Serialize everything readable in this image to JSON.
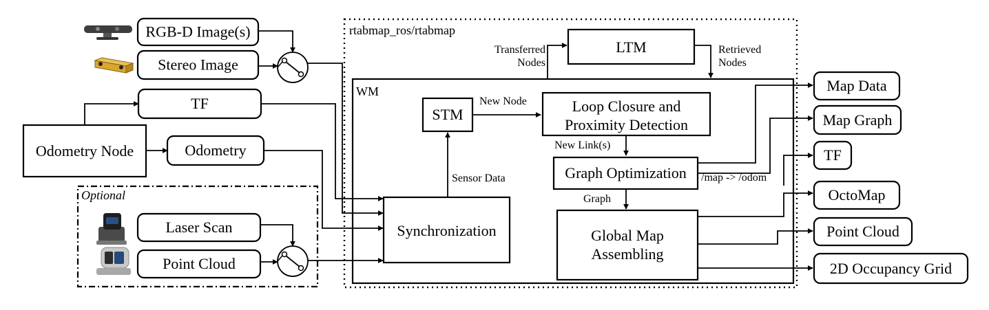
{
  "inputs": {
    "rgbd": "RGB-D Image(s)",
    "stereo": "Stereo Image",
    "tf": "TF",
    "odometry_node": "Odometry Node",
    "odometry": "Odometry",
    "optional": "Optional",
    "laser_scan": "Laser Scan",
    "point_cloud": "Point Cloud"
  },
  "node": {
    "name": "rtabmap_ros/rtabmap",
    "ltm": "LTM",
    "transferred_line1": "Transferred",
    "transferred_line2": "Nodes",
    "retrieved_line1": "Retrieved",
    "retrieved_line2": "Nodes",
    "wm": "WM",
    "stm": "STM",
    "new_node": "New Node",
    "loop_line1": "Loop Closure and",
    "loop_line2": "Proximity Detection",
    "new_links": "New Link(s)",
    "sensor_data": "Sensor Data",
    "graph_optimization": "Graph Optimization",
    "map_odom": "/map -> /odom",
    "graph": "Graph",
    "synchronization": "Synchronization",
    "global_line1": "Global Map",
    "global_line2": "Assembling"
  },
  "outputs": {
    "map_data": "Map Data",
    "map_graph": "Map Graph",
    "tf": "TF",
    "octomap": "OctoMap",
    "point_cloud": "Point Cloud",
    "occupancy_grid": "2D Occupancy Grid"
  }
}
